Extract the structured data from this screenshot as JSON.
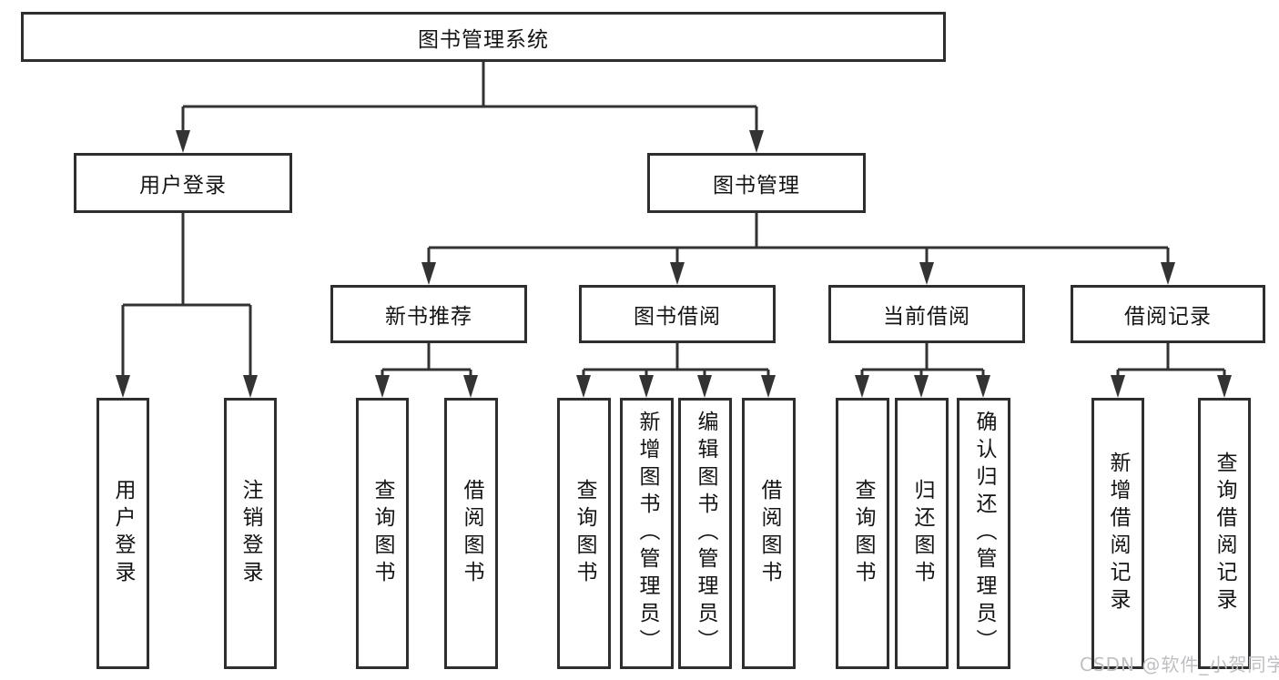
{
  "diagram": {
    "tree": {
      "label": "图书管理系统",
      "children": [
        {
          "label": "用户登录",
          "children": [
            {
              "label": "用户登录"
            },
            {
              "label": "注销登录"
            }
          ]
        },
        {
          "label": "图书管理",
          "children": [
            {
              "label": "新书推荐",
              "children": [
                {
                  "label": "查询图书"
                },
                {
                  "label": "借阅图书"
                }
              ]
            },
            {
              "label": "图书借阅",
              "children": [
                {
                  "label": "查询图书"
                },
                {
                  "label": "新增图书（管理员）"
                },
                {
                  "label": "编辑图书（管理员）"
                },
                {
                  "label": "借阅图书"
                }
              ]
            },
            {
              "label": "当前借阅",
              "children": [
                {
                  "label": "查询图书"
                },
                {
                  "label": "归还图书"
                },
                {
                  "label": "确认归还（管理员）"
                }
              ]
            },
            {
              "label": "借阅记录",
              "children": [
                {
                  "label": "新增借阅记录"
                },
                {
                  "label": "查询借阅记录"
                }
              ]
            }
          ]
        }
      ]
    },
    "colors": {
      "line": "#333333",
      "box_border": "#2e2e2e",
      "text": "#141414",
      "background": "#ffffff",
      "watermark": "#bfbfc3"
    }
  },
  "watermark": {
    "text": "CSDN @软件_小贺同学"
  }
}
